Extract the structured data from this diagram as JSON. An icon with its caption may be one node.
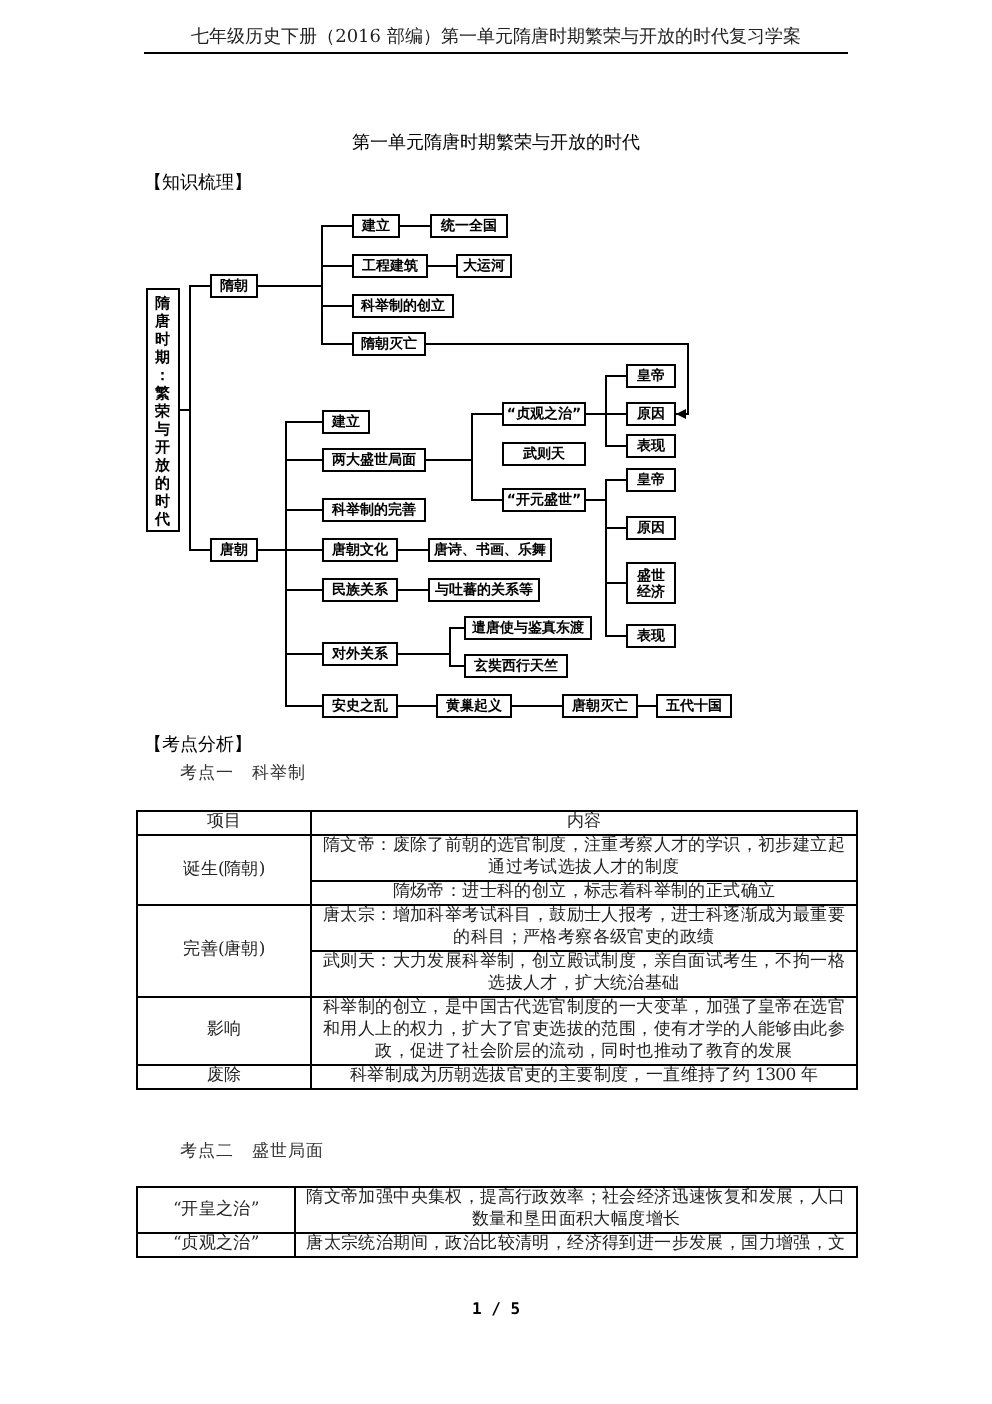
{
  "diagram": {
    "title": "第一单元隋唐时期繁荣与开放的时代",
    "nodes": [
      {
        "text": [
          "隋唐时期：繁荣与开放的时代"
        ]
      },
      {
        "text": [
          "隋朝"
        ]
      },
      {
        "text": [
          "建立"
        ]
      },
      {
        "text": [
          "统一全国"
        ]
      },
      {
        "text": [
          "工程建筑"
        ]
      },
      {
        "text": [
          "大运河"
        ]
      },
      {
        "text": [
          "科举制的创立"
        ]
      },
      {
        "text": [
          "隋朝灭亡"
        ]
      },
      {
        "text": [
          "唐朝"
        ]
      },
      {
        "text": [
          "建立"
        ]
      },
      {
        "text": [
          "两大盛世局面"
        ]
      },
      {
        "text": [
          "“贞观之治”"
        ]
      },
      {
        "text": [
          "皇帝"
        ]
      },
      {
        "text": [
          "原因"
        ]
      },
      {
        "text": [
          "表现"
        ]
      },
      {
        "text": [
          "武则天"
        ]
      },
      {
        "text": [
          "“开元盛世”"
        ]
      },
      {
        "text": [
          "皇帝"
        ]
      },
      {
        "text": [
          "原因"
        ]
      },
      {
        "text": [
          "盛世经济"
        ]
      },
      {
        "text": [
          "表现"
        ]
      },
      {
        "text": [
          "科举制的完善"
        ]
      },
      {
        "text": [
          "唐朝文化"
        ]
      },
      {
        "text": [
          "唐诗、书画、乐舞"
        ]
      },
      {
        "text": [
          "民族关系"
        ]
      },
      {
        "text": [
          "与吐蕃的关系等"
        ]
      },
      {
        "text": [
          "对外关系"
        ]
      },
      {
        "text": [
          "遣唐使与鉴真东渡"
        ]
      },
      {
        "text": [
          "玄奘西行天竺"
        ]
      },
      {
        "text": [
          "安史之乱"
        ]
      },
      {
        "text": [
          "黄巢起义"
        ]
      },
      {
        "text": [
          "唐朝灭亡"
        ]
      },
      {
        "text": [
          "五代十国"
        ]
      }
    ],
    "edges": [
      {
        "from": 0,
        "to": 1,
        "arrow": "none"
      },
      {
        "from": 0,
        "to": 8,
        "arrow": "none"
      },
      {
        "from": 1,
        "to": 2,
        "arrow": "none"
      },
      {
        "from": 1,
        "to": 4,
        "arrow": "none"
      },
      {
        "from": 1,
        "to": 6,
        "arrow": "none"
      },
      {
        "from": 1,
        "to": 7,
        "arrow": "none"
      },
      {
        "from": 2,
        "to": 3,
        "arrow": "none"
      },
      {
        "from": 4,
        "to": 5,
        "arrow": "none"
      },
      {
        "from": 7,
        "to": 13,
        "arrow": "to"
      },
      {
        "from": 8,
        "to": 9,
        "arrow": "none"
      },
      {
        "from": 8,
        "to": 10,
        "arrow": "none"
      },
      {
        "from": 8,
        "to": 21,
        "arrow": "none"
      },
      {
        "from": 8,
        "to": 22,
        "arrow": "none"
      },
      {
        "from": 8,
        "to": 24,
        "arrow": "none"
      },
      {
        "from": 8,
        "to": 26,
        "arrow": "none"
      },
      {
        "from": 8,
        "to": 29,
        "arrow": "none"
      },
      {
        "from": 10,
        "to": 11,
        "arrow": "none"
      },
      {
        "from": 10,
        "to": 16,
        "arrow": "none"
      },
      {
        "from": 11,
        "to": 12,
        "arrow": "none"
      },
      {
        "from": 11,
        "to": 13,
        "arrow": "none"
      },
      {
        "from": 11,
        "to": 14,
        "arrow": "none"
      },
      {
        "from": 16,
        "to": 17,
        "arrow": "none"
      },
      {
        "from": 16,
        "to": 18,
        "arrow": "none"
      },
      {
        "from": 16,
        "to": 19,
        "arrow": "none"
      },
      {
        "from": 16,
        "to": 20,
        "arrow": "none"
      },
      {
        "from": 22,
        "to": 23,
        "arrow": "none"
      },
      {
        "from": 24,
        "to": 25,
        "arrow": "none"
      },
      {
        "from": 26,
        "to": 27,
        "arrow": "none"
      },
      {
        "from": 26,
        "to": 28,
        "arrow": "none"
      },
      {
        "from": 29,
        "to": 30,
        "arrow": "none"
      },
      {
        "from": 30,
        "to": 31,
        "arrow": "none"
      },
      {
        "from": 31,
        "to": 32,
        "arrow": "none"
      }
    ],
    "labels": [
      "七年级历史下册（2016 部编）第一单元隋唐时期繁荣与开放的时代复习学案",
      "【知识梳理】",
      "【考点分析】",
      "考点一　科举制",
      "项目",
      "内容",
      "诞生(隋朝)",
      "隋文帝：废除了前朝的选官制度，注重考察人才的学识，初步建立起通过考试选拔人才的制度",
      "隋炀帝：进士科的创立，标志着科举制的正式确立",
      "完善(唐朝)",
      "唐太宗：增加科举考试科目，鼓励士人报考，进士科逐渐成为最重要的科目；严格考察各级官吏的政绩",
      "武则天：大力发展科举制，创立殿试制度，亲自面试考生，不拘一格选拔人才，扩大统治基础",
      "影响",
      "科举制的创立，是中国古代选官制度的一大变革，加强了皇帝在选官和用人上的权力，扩大了官吏选拔的范围，使有才学的人能够由此参政，促进了社会阶层的流动，同时也推动了教育的发展",
      "废除",
      "科举制成为历朝选拔官吏的主要制度，一直维持了约 1300 年",
      "考点二　盛世局面",
      "“开皇之治”",
      "隋文帝加强中央集权，提高行政效率；社会经济迅速恢复和发展，人口数量和垦田面积大幅度增长",
      "“贞观之治”",
      "唐太宗统治期间，政治比较清明，经济得到进一步发展，国力增强，文",
      "1 / 5"
    ]
  }
}
